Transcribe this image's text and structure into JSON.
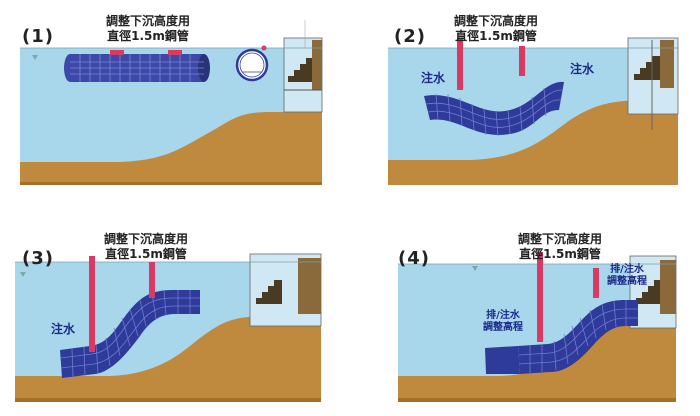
{
  "panels": [
    {
      "step": "(1)",
      "caption_line1": "調整下沉高度用",
      "caption_line2": "直徑1.5m鋼管"
    },
    {
      "step": "(2)",
      "caption_line1": "調整下沉高度用",
      "caption_line2": "直徑1.5m鋼管",
      "water_left": "注水",
      "water_right": "注水"
    },
    {
      "step": "(3)",
      "caption_line1": "調整下沉高度用",
      "caption_line2": "直徑1.5m鋼管",
      "water_left": "注水"
    },
    {
      "step": "(4)",
      "caption_line1": "調整下沉高度用",
      "caption_line2": "直徑1.5m鋼管",
      "left_note_line1": "排/注水",
      "left_note_line2": "調整高程",
      "right_note_line1": "排/注水",
      "right_note_line2": "調整高程"
    }
  ],
  "colors": {
    "water": "#a8d7ec",
    "seabed": "#c08a3e",
    "tunnel": "#2e3b9a",
    "pipe": "#d93a63"
  }
}
